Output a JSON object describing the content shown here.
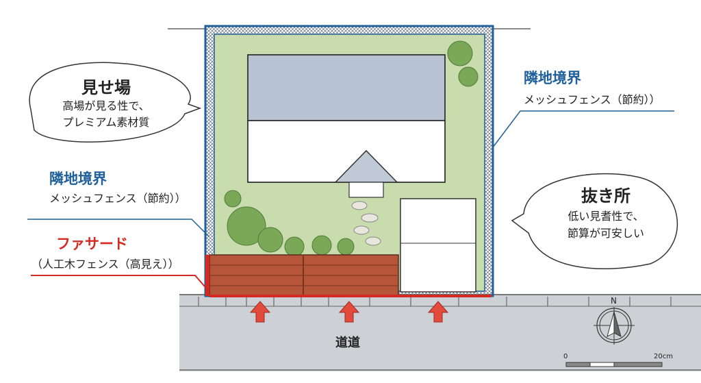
{
  "callouts": {
    "showcase": {
      "title": "見せ場",
      "line1": "高場が見る性で、",
      "line2": "プレミアム素材質"
    },
    "open_area": {
      "title": "抜き所",
      "line1": "低い見耆性で、",
      "line2": "節算が可安しい"
    },
    "left_boundary": {
      "title": "隣地境界",
      "subtitle": "メッシュフェンス（節約））"
    },
    "right_boundary": {
      "title": "隣地境界",
      "subtitle": "メッシュフェンス（節約））"
    },
    "facade": {
      "title": "ファサード",
      "subtitle": "（人工木フェンス（高見え））"
    }
  },
  "road_label": "道道",
  "compass": {
    "north_label": "N"
  },
  "scale_bar": {
    "start_label": "0",
    "end_label": "20cm"
  },
  "colors": {
    "boundary_blue": "#1f5f9a",
    "facade_red": "#d42a22",
    "wood": "#b5553a",
    "lawn": "#c9dcae",
    "road": "#c9ccd0"
  }
}
